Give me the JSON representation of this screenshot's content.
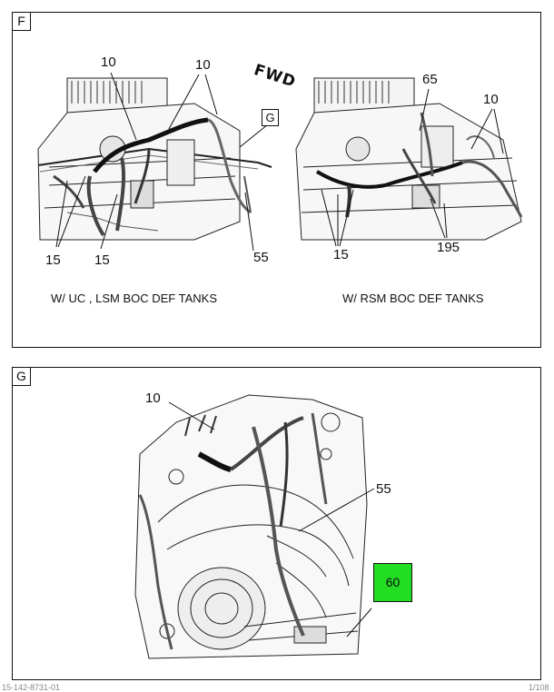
{
  "panel_f": {
    "tag": "F",
    "fwd": "FWD",
    "inset_tag": "G",
    "callouts_left": [
      "10",
      "10",
      "15",
      "15",
      "55"
    ],
    "callouts_right": [
      "65",
      "10",
      "15",
      "195"
    ],
    "caption_left": "W/ UC , LSM BOC DEF TANKS",
    "caption_right": "W/ RSM BOC DEF TANKS"
  },
  "panel_g": {
    "tag": "G",
    "callouts": [
      "10",
      "55"
    ],
    "highlight_callout": "60",
    "highlight_color": "#22dd22"
  },
  "footer": {
    "left": "15-142-8731-01",
    "right": "1/108"
  }
}
